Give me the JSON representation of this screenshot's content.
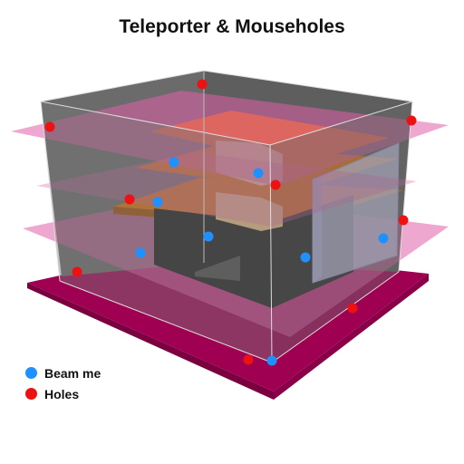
{
  "title": "Teleporter & Mouseholes",
  "legend": [
    {
      "label": "Beam me",
      "color": "#1e90ff"
    },
    {
      "label": "Holes",
      "color": "#ee1111"
    }
  ],
  "colors": {
    "base_plate": "#b0005e",
    "glass_planes": "#e060a8",
    "box_shell": "#555555",
    "beams": "#d9700a",
    "table": "#1c1c1c",
    "blocks": "#f2c896",
    "teleporter_panel": "#ccccf0"
  }
}
